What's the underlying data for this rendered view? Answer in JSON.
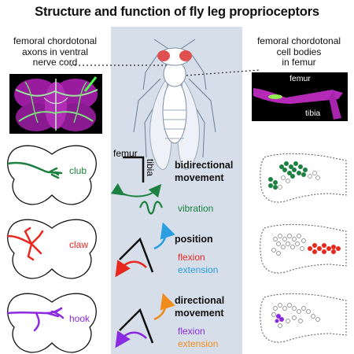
{
  "title": "Structure and function of fly leg proprioceptors",
  "labels": {
    "left_top": [
      "femoral chordotonal",
      "axons in ventral",
      "nerve cord"
    ],
    "right_top": [
      "femoral chordotonal",
      "cell bodies",
      "in femur"
    ],
    "femur_inset": "femur",
    "tibia_inset": "tibia",
    "femur_axis": "femur",
    "tibia_axis": "tibia"
  },
  "rows": [
    {
      "type": "club",
      "heading": [
        "bidirectional",
        "movement"
      ],
      "sub": [
        {
          "text": "vibration",
          "color": "#1c8040"
        }
      ]
    },
    {
      "type": "claw",
      "heading": [
        "position"
      ],
      "sub": [
        {
          "text": "flexion",
          "color": "#e8281e"
        },
        {
          "text": "extension",
          "color": "#2a9ee0"
        }
      ]
    },
    {
      "type": "hook",
      "heading": [
        "directional",
        "movement"
      ],
      "sub": [
        {
          "text": "flexion",
          "color": "#8a2be2"
        },
        {
          "text": "extension",
          "color": "#f08c1e"
        }
      ]
    }
  ],
  "colors": {
    "club": "#1c8040",
    "claw": "#e8281e",
    "hook": "#8a2be2",
    "extension_blue": "#2a9ee0",
    "extension_orange": "#f08c1e",
    "center_bg": "#d6deea",
    "magenta": "#d42ad4"
  }
}
